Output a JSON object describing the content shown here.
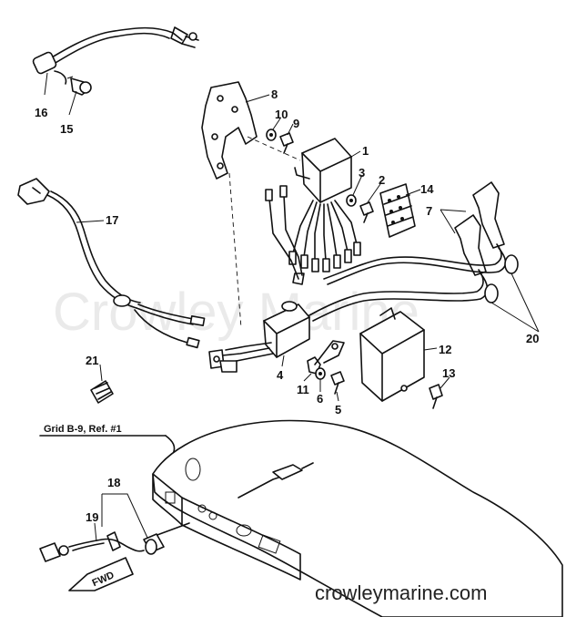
{
  "watermark": "Crowley Marine",
  "site_url": "crowleymarine.com",
  "grid_reference": "Grid B-9, Ref. #1",
  "fwd_label": "FWD",
  "callouts": [
    "16",
    "15",
    "8",
    "10",
    "9",
    "1",
    "3",
    "2",
    "14",
    "7",
    "17",
    "4",
    "11",
    "6",
    "5",
    "12",
    "13",
    "20",
    "21",
    "18",
    "19"
  ],
  "colors": {
    "ink": "#111111",
    "watermark": "#d9d9d9",
    "background": "#ffffff"
  }
}
